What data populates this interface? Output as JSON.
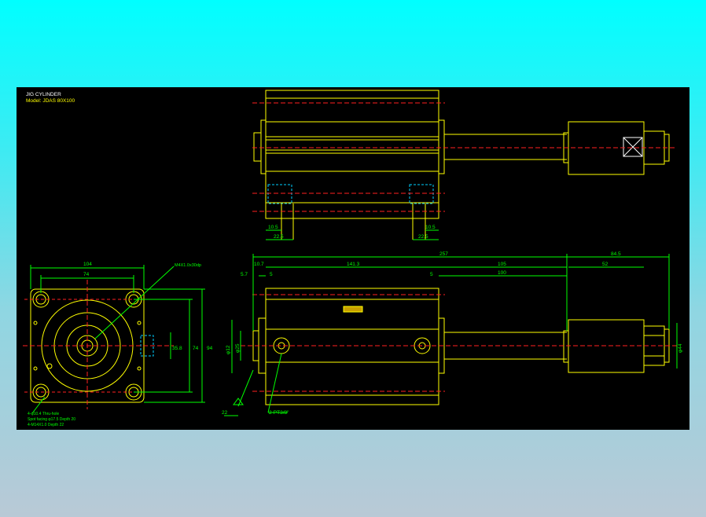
{
  "drawing": {
    "title_line1": "JIG CYLINDER",
    "title_line2": "Model: JDAS 80X100"
  },
  "colors": {
    "background": "#000000",
    "outline": "#ffff00",
    "dimension": "#00ff00",
    "centerline": "#ff2020",
    "hidden": "#00d0ff",
    "white": "#ffffff"
  },
  "dimensions": {
    "front_width": "104",
    "front_inner": "74",
    "front_height_outer": "94",
    "front_height_inner": "74",
    "front_small": "35.8",
    "thread_note": "M4X1.0x30dp",
    "mount_note_1": "4-φ10.4 Thru-hole",
    "mount_note_2": "Spot facing φ17.5 Depth 20",
    "mount_note_3": "4-M14X1.0 Depth 22",
    "overall_length": "257",
    "body_length": "141.3",
    "stroke_zone": "105",
    "stroke": "100",
    "left_offset": "10.7",
    "left_gap": "5.7",
    "left_5": "5",
    "right_5": "5",
    "tip_length": "84.5",
    "tip_sub": "52",
    "rod_dia": "φ25",
    "bore_dia": "φ12",
    "tip_dia": "φ44",
    "port_label": "2-PT3/8\"",
    "bottom_22": "22",
    "top_10_5_left": "10.5",
    "top_22_5_left": "22.5",
    "top_10_5_right": "10.5",
    "top_22_5_right": "22.5"
  }
}
